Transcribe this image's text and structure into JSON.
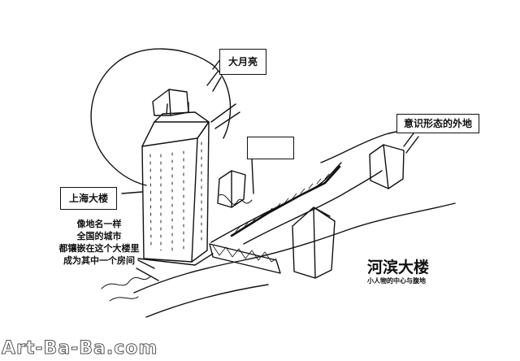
{
  "labels": {
    "moon": "大月亮",
    "shanghai_tower": "上海大楼",
    "ideology_outside": "意识形态的外地"
  },
  "note_lines": [
    "像地名一样",
    "全国的城市",
    "都镶嵌在这个大楼里",
    "成为其中一个房间"
  ],
  "title": "河滨大楼",
  "subtitle": "小人物的中心与腹地",
  "watermark": "Art-Ba-Ba.com",
  "colors": {
    "ink": "#111111",
    "paper": "#ffffff"
  }
}
